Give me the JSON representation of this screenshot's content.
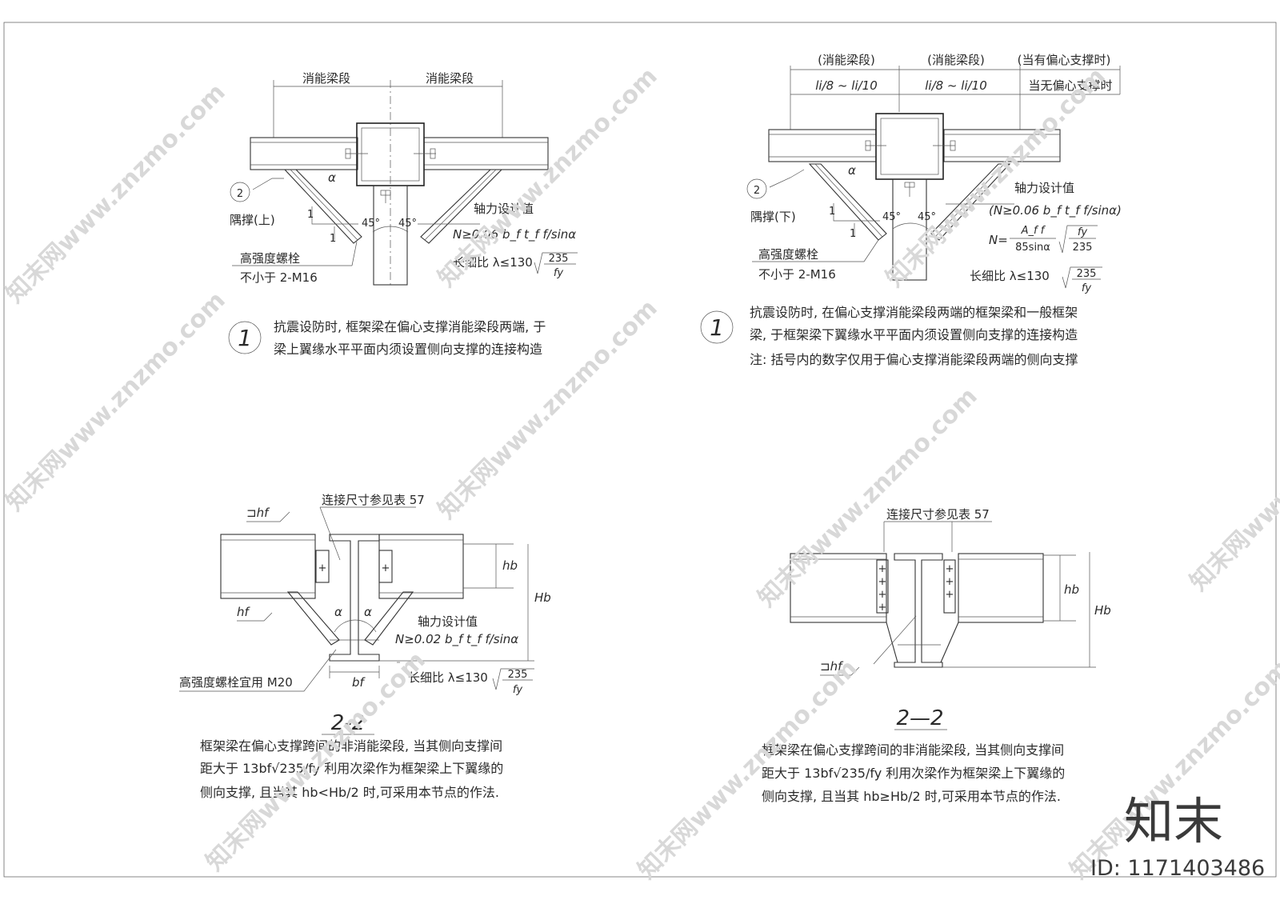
{
  "panel1": {
    "dim_left": "消能梁段",
    "dim_right": "消能梁段",
    "marker": "2",
    "brace": "隅撑(上)",
    "slope_a": "1",
    "slope_b": "1",
    "angle_l": "45°",
    "angle_r": "45°",
    "alpha": "α",
    "bolt_1": "高强度螺栓",
    "bolt_2": "不小于 2-M16",
    "axial_title": "轴力设计值",
    "axial_formula": "N≥0.06 b_f t_f f/sinα",
    "slender": "长细比 λ≤130",
    "sqrt_num": "235",
    "sqrt_den": "fy",
    "circle": "1",
    "caption_1": "抗震设防时, 框架梁在偏心支撑消能梁段两端, 于",
    "caption_2": "梁上翼缘水平平面内须设置侧向支撑的连接构造"
  },
  "panel2": {
    "top_l": "(消能梁段)",
    "top_m": "(消能梁段)",
    "top_r": "(当有偏心支撑时)",
    "dim_l": "li/8 ~ li/10",
    "dim_m": "li/8 ~ li/10",
    "dim_r": "当无偏心支撑时",
    "marker": "2",
    "brace": "隅撑(下)",
    "slope_a": "1",
    "slope_b": "1",
    "angle_l": "45°",
    "angle_r": "45°",
    "alpha": "α",
    "bolt_1": "高强度螺栓",
    "bolt_2": "不小于 2-M16",
    "axial_title": "轴力设计值",
    "axial_f1": "(N≥0.06 b_f t_f f/sinα)",
    "axial_f2_pre": "N=",
    "axial_f2_num": "A_f f",
    "axial_f2_den": "85sinα",
    "axial_f2_snum": "fy",
    "axial_f2_sden": "235",
    "slender": "长细比 λ≤130",
    "sqrt_num": "235",
    "sqrt_den": "fy",
    "circle": "1",
    "caption_1": "抗震设防时, 在偏心支撑消能梁段两端的框架梁和一般框架",
    "caption_2": "梁, 于框架梁下翼缘水平平面内须设置侧向支撑的连接构造",
    "note": "注: 括号内的数字仅用于偏心支撑消能梁段两端的侧向支撑"
  },
  "panel3": {
    "ref": "连接尺寸参见表 57",
    "weld_top": "⊐hf",
    "weld_mid": "hf",
    "hb": "hb",
    "Hb": "Hb",
    "alpha_l": "α",
    "alpha_r": "α",
    "axial_title": "轴力设计值",
    "axial_formula": "N≥0.02 b_f t_f f/sinα",
    "bolt": "高强度螺栓宜用 M20",
    "bf": "bf",
    "slender": "长细比 λ≤130",
    "sqrt_num": "235",
    "sqrt_den": "fy",
    "title": "2-2",
    "caption_1": "框架梁在偏心支撑跨间的非消能梁段, 当其侧向支撑间",
    "caption_2": "距大于 13bf√235/fy 利用次梁作为框架梁上下翼缘的",
    "caption_3": "侧向支撑, 且当其 hb<Hb/2 时,可采用本节点的作法."
  },
  "panel4": {
    "ref": "连接尺寸参见表 57",
    "hb": "hb",
    "Hb": "Hb",
    "weld": "⊐hf",
    "title": "2—2",
    "caption_1": "框架梁在偏心支撑跨间的非消能梁段, 当其侧向支撑间",
    "caption_2": "距大于 13bf√235/fy 利用次梁作为框架梁上下翼缘的",
    "caption_3": "侧向支撑, 且当其 hb≥Hb/2 时,可采用本节点的作法."
  },
  "brand": "知末",
  "id_label": "ID: 1171403486",
  "watermark": "知末网www.znzmo.com"
}
